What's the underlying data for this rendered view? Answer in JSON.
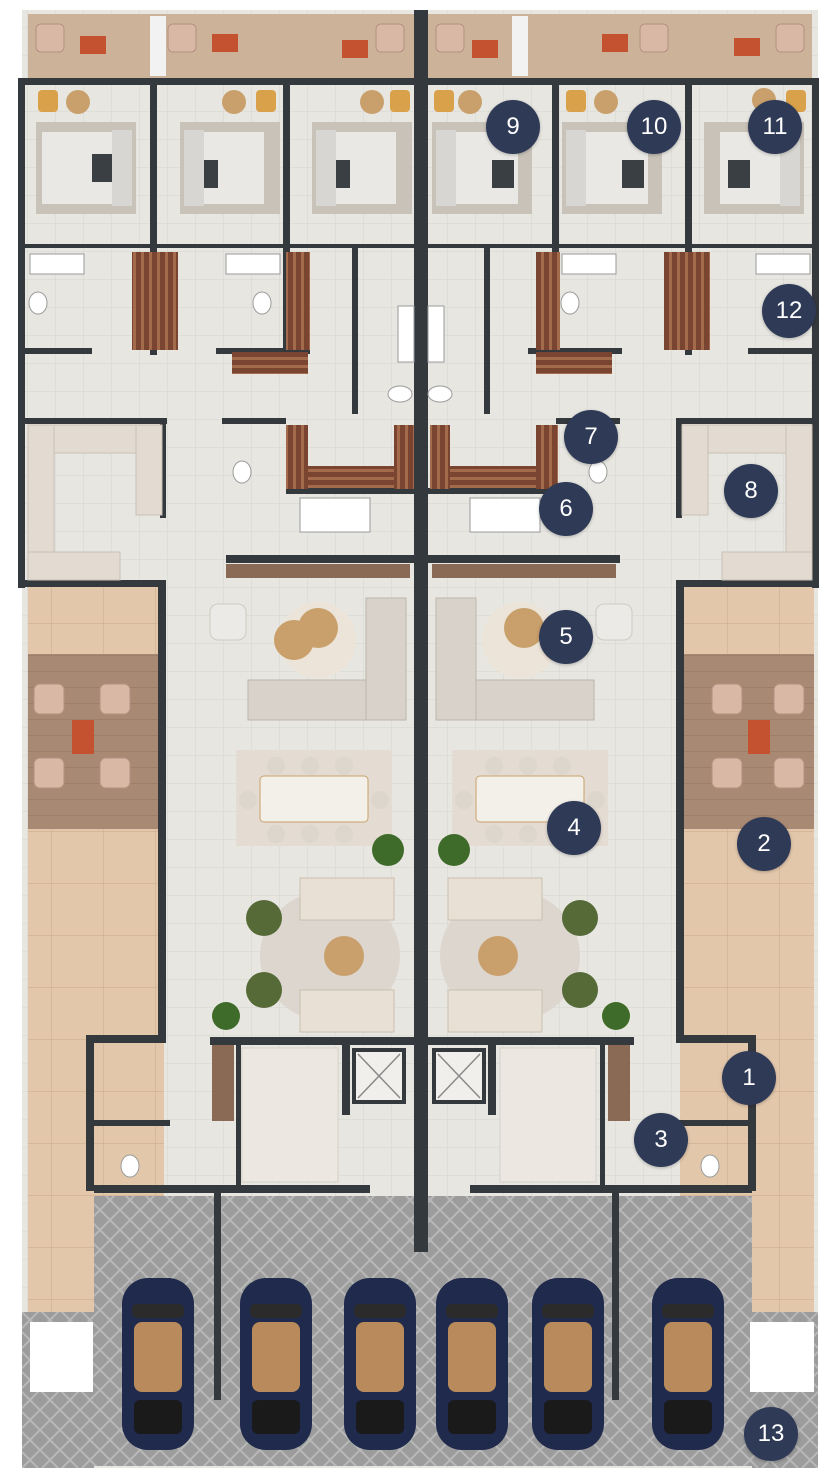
{
  "plan": {
    "colors": {
      "floor": "#e6e5df",
      "wall": "#34393d",
      "wood": "#7d4a32",
      "deck": "#dcc0a4",
      "paving": "#9a9a9a",
      "car": "#1f2a4d",
      "marker": "#2f3a57",
      "marker_text": "#ffffff"
    },
    "markers": [
      {
        "label": "1"
      },
      {
        "label": "2"
      },
      {
        "label": "3"
      },
      {
        "label": "4"
      },
      {
        "label": "5"
      },
      {
        "label": "6"
      },
      {
        "label": "7"
      },
      {
        "label": "8"
      },
      {
        "label": "9"
      },
      {
        "label": "10"
      },
      {
        "label": "11"
      },
      {
        "label": "12"
      },
      {
        "label": "13"
      }
    ]
  }
}
